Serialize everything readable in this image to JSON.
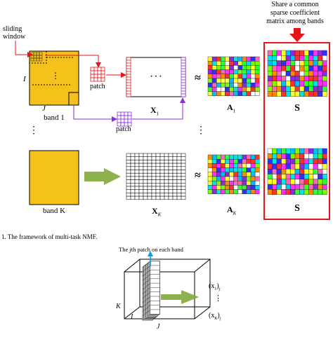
{
  "top": {
    "sliding_window_label_line1": "sliding",
    "sliding_window_label_line2": "window",
    "dim_I": "I",
    "dim_J": "J",
    "band1_label": "band 1",
    "bandK_label": "band K",
    "patch_label_1": "patch",
    "patch_label_2": "patch",
    "X1_label": "X",
    "X1_sub": "1",
    "XK_label": "X",
    "XK_sub": "K",
    "approx_symbol": "≈",
    "A1_label": "A",
    "A1_sub": "1",
    "AK_label": "A",
    "AK_sub": "K",
    "S_label_top": "S",
    "S_label_bottom": "S",
    "share_line1": "Share a common",
    "share_line2": "sparse coefficient",
    "share_line3": "matrix among bands",
    "vdots": "⋮",
    "hdots": "· · ·"
  },
  "caption": "1.  The framework of multi-task NMF.",
  "bottom": {
    "patch_text_prefix": "The ",
    "patch_text_j": "j",
    "patch_text_suffix": "th patch on each band",
    "dim_K": "K",
    "dim_I": "I",
    "dim_J": "J",
    "x1_label": "(x",
    "x1_sub": "1",
    "x1_close": ")",
    "x1_j": "j",
    "xK_label": "(x",
    "xK_sub": "K",
    "xK_close": ")",
    "xK_j": "j",
    "vdots": "⋮"
  },
  "colors": {
    "band_fill": "#F5C21B",
    "red": "#E8141C",
    "purple": "#8A2BE2",
    "green_arrow": "#7FA83A",
    "blue_arrow": "#00A2E8",
    "palette": [
      "#00E5E5",
      "#FF3030",
      "#30FF30",
      "#3030FF",
      "#FF30FF",
      "#FFFF30",
      "#8A2BE2",
      "#FF8C00",
      "#FFFFFF",
      "#FF69B4",
      "#00BFFF",
      "#7CFC00"
    ]
  }
}
